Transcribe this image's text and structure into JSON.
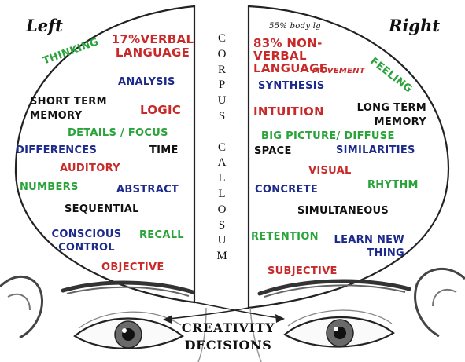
{
  "headers": {
    "left": "Left",
    "right": "Right"
  },
  "left": {
    "verbal_language": "17%VERBAL LANGUAGE",
    "thinking": "THINKING",
    "analysis": "ANALYSIS",
    "short_term_memory": "SHORT TERM MEMORY",
    "logic": "LOGIC",
    "details_focus": "DETAILS / FOCUS",
    "differences": "DIFFERENCES",
    "time": "TIME",
    "auditory": "AUDITORY",
    "numbers": "NUMBERS",
    "abstract": "ABSTRACT",
    "sequential": "SEQUENTIAL",
    "conscious_control": "CONSCIOUS CONTROL",
    "recall": "RECALL",
    "objective": "OBJECTIVE"
  },
  "right": {
    "body_language": "55% body lg",
    "nonverbal_language": "83% NON-VERBAL LANGUAGE",
    "movement": "MOVEMENT",
    "feeling": "FEELING",
    "synthesis": "SYNTHESIS",
    "intuition": "INTUITION",
    "long_term_memory": "LONG TERM MEMORY",
    "big_picture": "BIG PICTURE/ DIFFUSE",
    "space": "SPACE",
    "similarities": "SIMILARITIES",
    "visual": "VISUAL",
    "concrete": "CONCRETE",
    "rhythm": "RHYTHM",
    "simultaneous": "SIMULTANEOUS",
    "retention": "RETENTION",
    "learn_new_thing": "LEARN NEW THING",
    "subjective": "SUBJECTIVE"
  },
  "corpus_callosum": [
    "C",
    "O",
    "R",
    "P",
    "U",
    "S",
    "C",
    "A",
    "L",
    "L",
    "O",
    "S",
    "U",
    "M"
  ],
  "bottom": {
    "creativity": "CREATIVITY",
    "decisions": "DECISIONS"
  }
}
